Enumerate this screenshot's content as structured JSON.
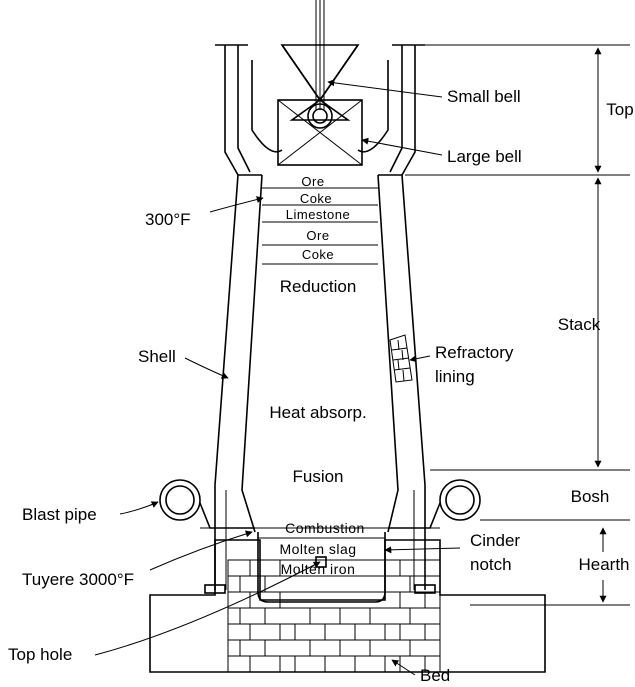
{
  "labels": {
    "small_bell": "Small bell",
    "large_bell": "Large bell",
    "temp_300": "300°F",
    "shell": "Shell",
    "refractory_lining_1": "Refractory",
    "refractory_lining_2": "lining",
    "blast_pipe": "Blast pipe",
    "tuyere": "Tuyere 3000°F",
    "top_hole": "Top hole",
    "bed": "Bed",
    "cinder_notch_1": "Cinder",
    "cinder_notch_2": "notch"
  },
  "zones": {
    "top": "Top",
    "stack": "Stack",
    "bosh": "Bosh",
    "hearth": "Hearth"
  },
  "charge_layers": [
    "Ore",
    "Coke",
    "Limestone",
    "Ore",
    "Coke"
  ],
  "process_zones": {
    "reduction": "Reduction",
    "heat_absorp": "Heat absorp.",
    "fusion": "Fusion",
    "combustion": "Combustion",
    "molten_slag": "Molten slag",
    "molten_iron": "Molten iron"
  }
}
